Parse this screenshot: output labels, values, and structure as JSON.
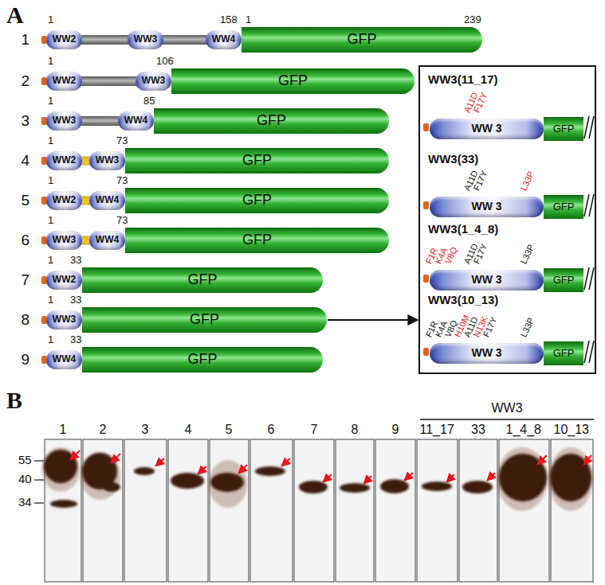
{
  "diagram": {
    "nodes": [
      {
        "text": [
          "WW2"
        ]
      },
      {
        "text": [
          "WW3"
        ]
      },
      {
        "text": [
          "WW4"
        ]
      },
      {
        "text": [
          "GFP"
        ]
      },
      {
        "text": [
          "WW2"
        ]
      },
      {
        "text": [
          "WW3"
        ]
      },
      {
        "text": [
          "GFP"
        ]
      },
      {
        "text": [
          "WW3"
        ]
      },
      {
        "text": [
          "WW4"
        ]
      },
      {
        "text": [
          "GFP"
        ]
      },
      {
        "text": [
          "WW2"
        ]
      },
      {
        "text": [
          "WW3"
        ]
      },
      {
        "text": [
          "GFP"
        ]
      },
      {
        "text": [
          "WW2"
        ]
      },
      {
        "text": [
          "WW4"
        ]
      },
      {
        "text": [
          "GFP"
        ]
      },
      {
        "text": [
          "WW3"
        ]
      },
      {
        "text": [
          "WW4"
        ]
      },
      {
        "text": [
          "GFP"
        ]
      },
      {
        "text": [
          "WW2"
        ]
      },
      {
        "text": [
          "GFP"
        ]
      },
      {
        "text": [
          "WW3"
        ]
      },
      {
        "text": [
          "GFP"
        ]
      },
      {
        "text": [
          "WW4"
        ]
      },
      {
        "text": [
          "GFP"
        ]
      },
      {
        "text": [
          "WW3(11_17)",
          "WW3(33)",
          "WW3(1_4_8)",
          "WW3(10_13)"
        ]
      },
      {
        "text": [
          "WW 3"
        ],
        "in": 25
      },
      {
        "text": [
          "GFP"
        ],
        "in": 25
      },
      {
        "text": [
          "WW 3"
        ],
        "in": 25
      },
      {
        "text": [
          "GFP"
        ],
        "in": 25
      },
      {
        "text": [
          "WW 3"
        ],
        "in": 25
      },
      {
        "text": [
          "GFP"
        ],
        "in": 25
      },
      {
        "text": [
          "WW 3"
        ],
        "in": 25
      },
      {
        "text": [
          "GFP"
        ],
        "in": 25
      }
    ],
    "edges": [
      {
        "from": 22,
        "to": 25,
        "arrow": "to"
      }
    ],
    "labels": [
      "A",
      "1",
      "1",
      "158",
      "1",
      "239",
      "2",
      "1",
      "106",
      "3",
      "1",
      "85",
      "4",
      "1",
      "73",
      "5",
      "1",
      "73",
      "6",
      "1",
      "73",
      "7",
      "1",
      "33",
      "8",
      "1",
      "33",
      "9",
      "1",
      "33",
      "A11D",
      "F17Y",
      "A11D",
      "F17Y",
      "L33P",
      "F1R",
      "K4A",
      "V8Q",
      "A11D",
      "F17Y",
      "L33P",
      "F1R",
      "K4A",
      "V8Q",
      "H10M",
      "A11D",
      "N13K",
      "F17Y",
      "L33P",
      "B",
      "WW3",
      "1",
      "2",
      "3",
      "4",
      "5",
      "6",
      "7",
      "8",
      "9",
      "11_17",
      "33",
      "1_4_8",
      "10_13",
      "55",
      "40",
      "34"
    ]
  }
}
